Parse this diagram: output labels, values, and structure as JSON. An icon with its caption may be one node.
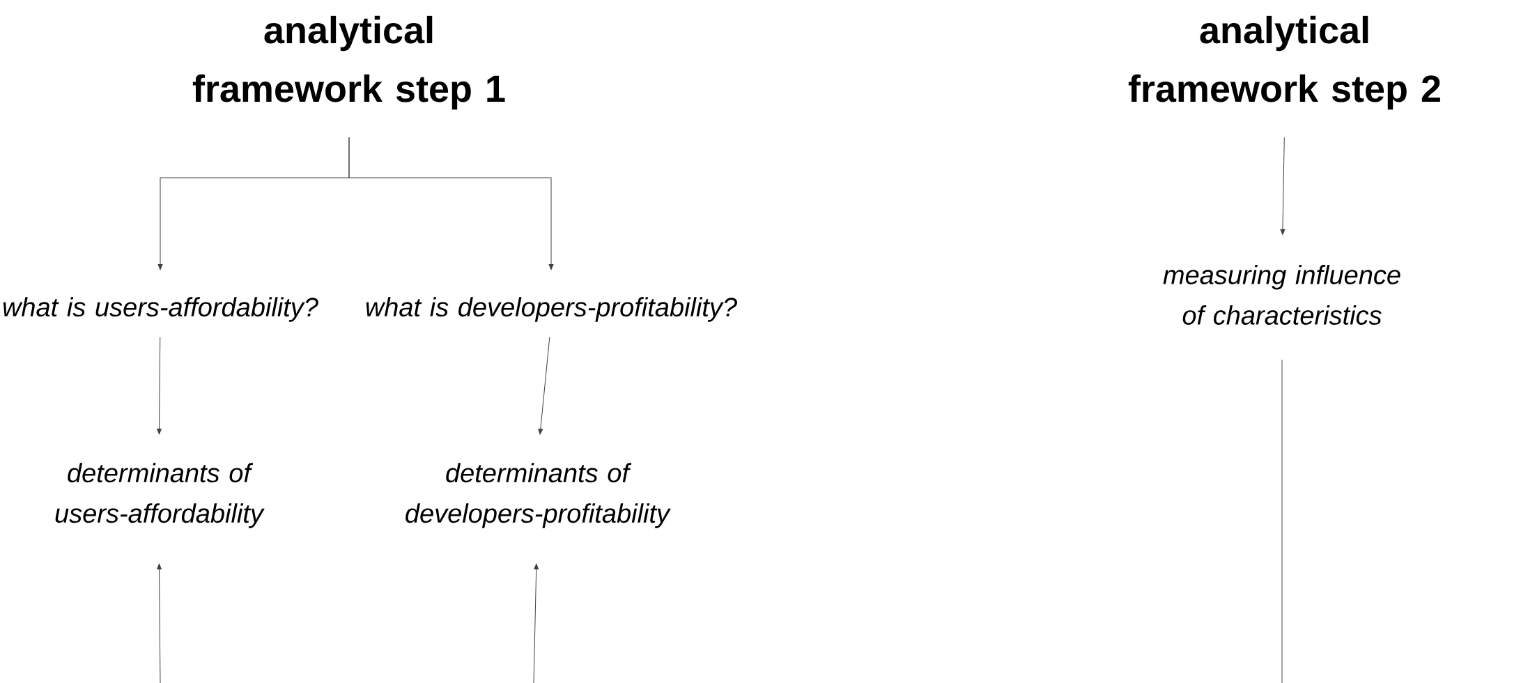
{
  "diagram": {
    "nodes": [
      {
        "text": [
          "analytical framework step 1"
        ]
      },
      {
        "text": [
          "what is users-affordability?"
        ]
      },
      {
        "text": [
          "what is developers-profitability?"
        ]
      },
      {
        "text": [
          "determinants of users-affordability"
        ]
      },
      {
        "text": [
          "determinants of developers-profitability"
        ]
      },
      {
        "text": [
          "analytical framework step 2"
        ]
      },
      {
        "text": [
          "measuring influence of characteristics"
        ]
      }
    ],
    "edges": [
      {
        "from": 0,
        "to": 1,
        "arrow": "to"
      },
      {
        "from": 0,
        "to": 2,
        "arrow": "to"
      },
      {
        "from": 1,
        "to": 3,
        "arrow": "to"
      },
      {
        "from": 2,
        "to": 4,
        "arrow": "to"
      },
      {
        "from": null,
        "to": 3,
        "arrow": "to"
      },
      {
        "from": null,
        "to": 4,
        "arrow": "to"
      },
      {
        "from": 5,
        "to": 6,
        "arrow": "to"
      },
      {
        "from": 6,
        "to": null,
        "arrow": "none"
      }
    ]
  }
}
